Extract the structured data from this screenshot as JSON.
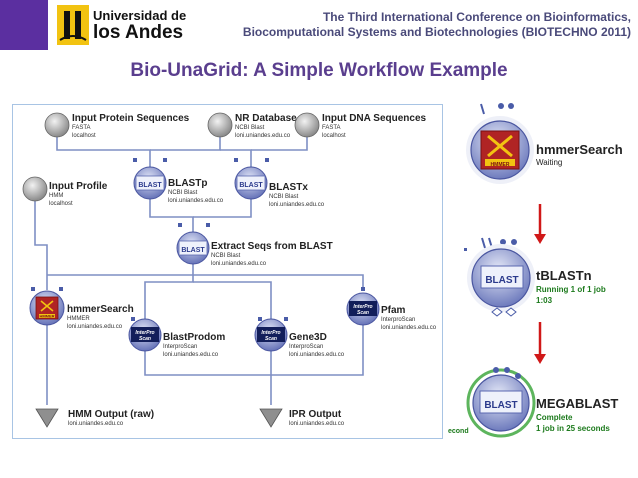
{
  "header": {
    "logo_line1": "Universidad de",
    "logo_line2": "los Andes",
    "conference_line1": "The Third International Conference on Bioinformatics,",
    "conference_line2": "Biocomputational Systems and Biotechnologies (BIOTECHNO 2011)"
  },
  "slide_title": "Bio-UnaGrid: A Simple Workflow Example",
  "workflow": {
    "nodes": {
      "input_protein": {
        "name": "Input Protein Sequences",
        "line1": "FASTA",
        "line2": "localhost"
      },
      "nr_database": {
        "name": "NR Database",
        "line1": "NCBI Blast",
        "line2": "loni.uniandes.edu.co"
      },
      "input_dna": {
        "name": "Input DNA Sequences",
        "line1": "FASTA",
        "line2": "localhost"
      },
      "input_profile": {
        "name": "Input Profile",
        "line1": "HMM",
        "line2": "localhost"
      },
      "blastp": {
        "name": "BLASTp",
        "line1": "NCBI Blast",
        "line2": "loni.uniandes.edu.co"
      },
      "blastx": {
        "name": "BLASTx",
        "line1": "NCBI Blast",
        "line2": "loni.uniandes.edu.co"
      },
      "extract": {
        "name": "Extract Seqs from BLAST",
        "line1": "NCBI Blast",
        "line2": "loni.uniandes.edu.co"
      },
      "hmmersearch": {
        "name": "hmmerSearch",
        "line1": "HMMER",
        "line2": "loni.uniandes.edu.co"
      },
      "pfam": {
        "name": "Pfam",
        "line1": "InterproScan",
        "line2": "loni.uniandes.edu.co"
      },
      "blastprodom": {
        "name": "BlastProdom",
        "line1": "InterproScan",
        "line2": "loni.uniandes.edu.co"
      },
      "gene3d": {
        "name": "Gene3D",
        "line1": "InterproScan",
        "line2": "loni.uniandes.edu.co"
      },
      "hmm_output": {
        "name": "HMM Output (raw)",
        "line1": "loni.uniandes.edu.co"
      },
      "ipr_output": {
        "name": "IPR Output",
        "line1": "loni.uniandes.edu.co"
      }
    },
    "icon_text": {
      "blast": "BLAST",
      "interpro_1": "InterPro",
      "interpro_2": "Scan",
      "hmmer": "HMMER"
    }
  },
  "status_examples": [
    {
      "name": "hmmerSearch",
      "line1": "Waiting",
      "line2": ""
    },
    {
      "name": "tBLASTn",
      "line1": "Running 1 of 1 job",
      "line2": "1:03"
    },
    {
      "name": "MEGABLAST",
      "line1": "Complete",
      "line2": "1 job in 25 seconds"
    }
  ],
  "status_fragment": "econd",
  "colors": {
    "accent_title": "#5a3e8e",
    "logo_yellow": "#f2c311",
    "panel_border": "#a8c4e4",
    "connector": "#7f8fc4",
    "status_green": "#1c7a1c",
    "arrow_red": "#d01818"
  }
}
